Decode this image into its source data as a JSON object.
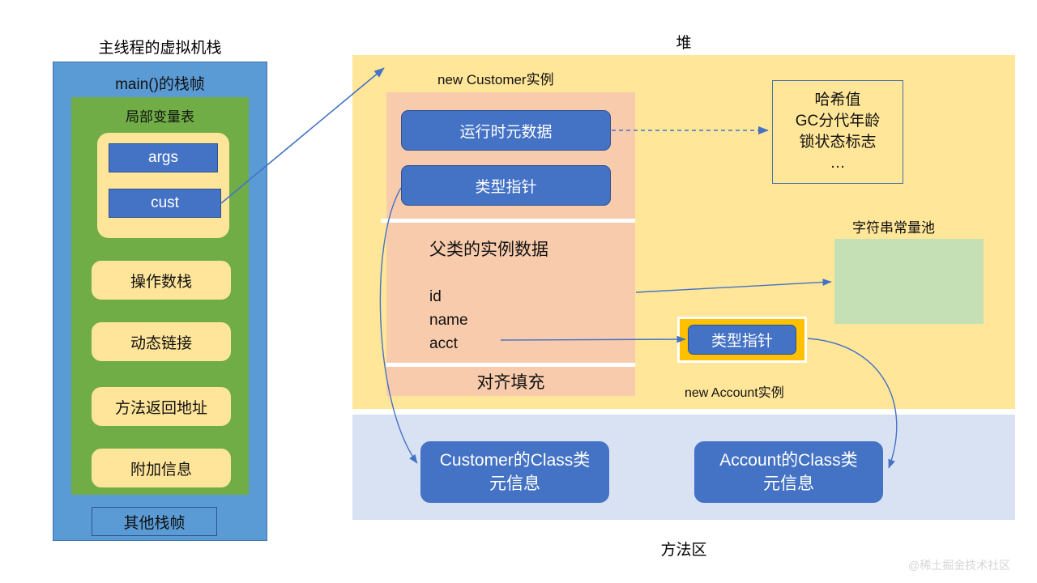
{
  "stack": {
    "title": "主线程的虚拟机栈",
    "frame_title": "main()的栈帧",
    "locals_title": "局部变量表",
    "vars": [
      {
        "name": "args"
      },
      {
        "name": "cust"
      }
    ],
    "items": [
      {
        "label": "操作数栈"
      },
      {
        "label": "动态链接"
      },
      {
        "label": "方法返回地址"
      },
      {
        "label": "附加信息"
      }
    ],
    "other_frames": "其他栈帧"
  },
  "heap": {
    "title": "堆",
    "customer_label": "new Customer实例",
    "object_header": [
      {
        "label": "运行时元数据"
      },
      {
        "label": "类型指针"
      }
    ],
    "parent_data": "父类的实例数据",
    "fields": [
      "id",
      "name",
      "acct"
    ],
    "align_padding": "对齐填充",
    "header_info": [
      "哈希值",
      "GC分代年龄",
      "锁状态标志",
      "…"
    ],
    "string_pool_title": "字符串常量池",
    "account": {
      "type_pointer": "类型指针",
      "label": "new Account实例"
    }
  },
  "method_area": {
    "title": "方法区",
    "boxes": [
      {
        "line1": "Customer的Class类",
        "line2": "元信息"
      },
      {
        "line1": "Account的Class类",
        "line2": "元信息"
      }
    ]
  },
  "watermark": "@稀土掘金技术社区",
  "colors": {
    "stack_blue": "#5b9bd5",
    "locals_green": "#70ad47",
    "slot_yellow": "#ffe599",
    "var_blue": "#4472c4",
    "heap_yellow": "#ffe699",
    "object_peach": "#f8cbad",
    "pool_green": "#c5e0b4",
    "method_area_blue": "#d9e2f3",
    "account_gold": "#ffc000",
    "arrow_blue": "#4472c4"
  }
}
